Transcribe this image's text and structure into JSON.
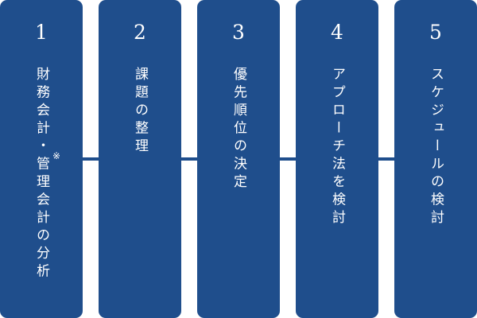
{
  "steps": [
    {
      "number": "1",
      "label": "財務会計・管理会計の分析",
      "note": "※"
    },
    {
      "number": "2",
      "label": "課題の整理"
    },
    {
      "number": "3",
      "label": "優先順位の決定"
    },
    {
      "number": "4",
      "label": "アプローチ法を検討"
    },
    {
      "number": "5",
      "label": "スケジュールの検討"
    }
  ],
  "colors": {
    "card": "#1f4e8c",
    "text": "#ffffff"
  }
}
